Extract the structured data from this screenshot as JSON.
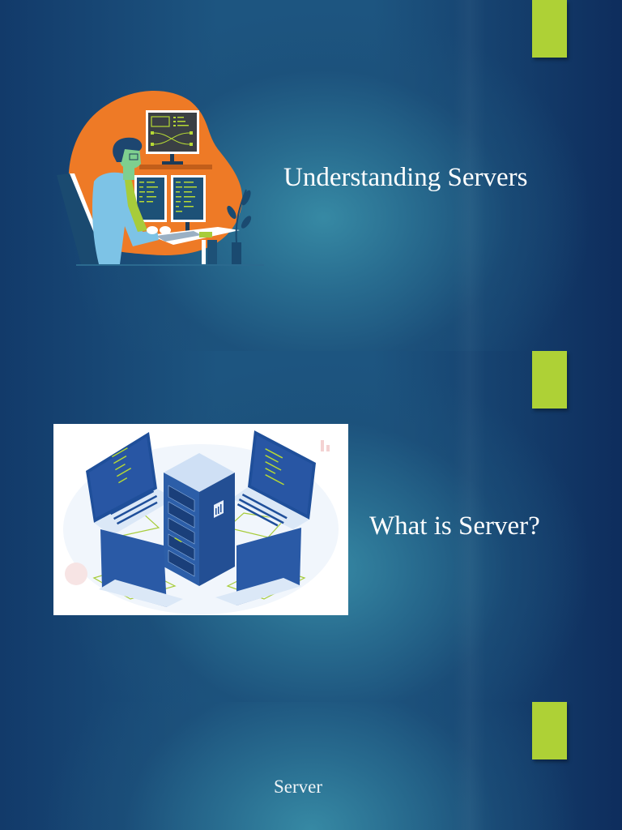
{
  "slides": [
    {
      "index": 1,
      "title": "Understanding Servers",
      "image": {
        "subject": "person-working-at-computer-monitors-illustration"
      },
      "accent_color": "#aed136"
    },
    {
      "index": 2,
      "title": "What is Server?",
      "image": {
        "subject": "server-rack-connected-to-four-laptops-illustration"
      },
      "accent_color": "#aed136"
    },
    {
      "index": 3,
      "title": "Server",
      "accent_color": "#aed136"
    }
  ],
  "theme": {
    "background_center": "#388ca6",
    "background_edge": "#0f2f5e",
    "title_color": "#ffffff",
    "accent_color": "#aed136",
    "illustration_orange": "#ee7a26"
  }
}
